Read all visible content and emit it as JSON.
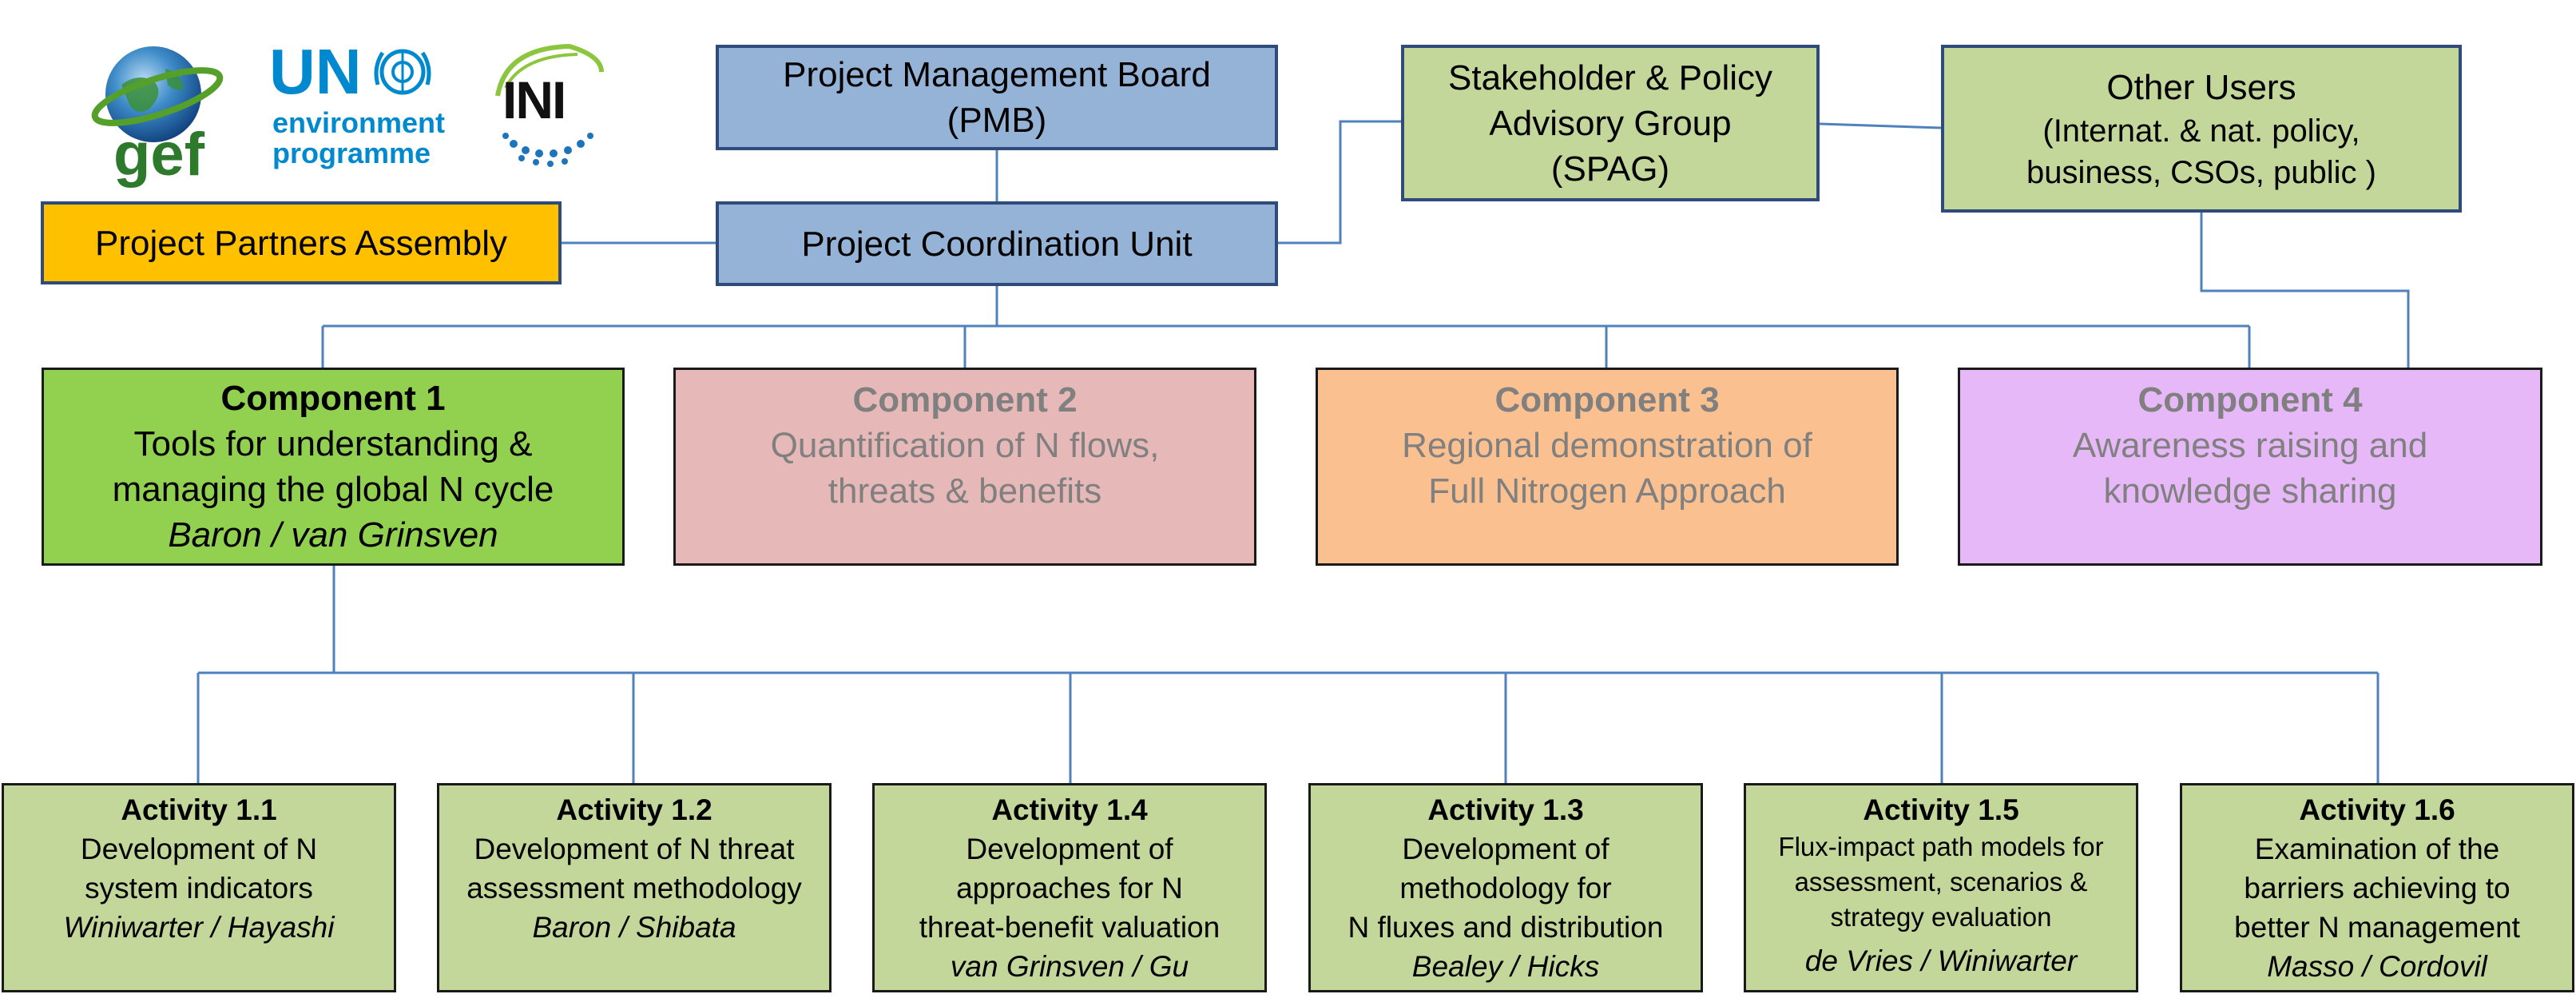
{
  "logos": {
    "gef": "gef",
    "un_line1": "UN",
    "un_line2": "environment",
    "un_line3": "programme",
    "ini": "INI"
  },
  "top": {
    "pmb": [
      "Project Management Board",
      "(PMB)"
    ],
    "ppa": "Project Partners Assembly",
    "pcu": "Project Coordination Unit",
    "spag": [
      "Stakeholder & Policy",
      "Advisory Group",
      "(SPAG)"
    ],
    "other_users": [
      "Other Users",
      "(Internat. & nat. policy,",
      "business, CSOs, public )"
    ]
  },
  "components": [
    {
      "title": "Component 1",
      "lines": [
        "Tools for understanding &",
        "managing the global N cycle"
      ],
      "leads": "Baron / van Grinsven"
    },
    {
      "title": "Component 2",
      "lines": [
        "Quantification of N flows,",
        "threats & benefits"
      ]
    },
    {
      "title": "Component 3",
      "lines": [
        "Regional demonstration  of",
        "Full Nitrogen Approach"
      ]
    },
    {
      "title": "Component 4",
      "lines": [
        "Awareness raising and",
        "knowledge sharing"
      ]
    }
  ],
  "activities": [
    {
      "title": "Activity 1.1",
      "lines": [
        "Development of N",
        "system indicators"
      ],
      "leads": "Winiwarter / Hayashi"
    },
    {
      "title": "Activity 1.2",
      "lines": [
        "Development of N threat",
        "assessment methodology"
      ],
      "leads": "Baron / Shibata"
    },
    {
      "title": "Activity 1.4",
      "lines": [
        "Development of",
        "approaches for N",
        "threat-benefit valuation"
      ],
      "leads": "van Grinsven / Gu"
    },
    {
      "title": "Activity 1.3",
      "lines": [
        "Development of",
        "methodology for",
        "N fluxes and distribution"
      ],
      "leads": "Bealey / Hicks"
    },
    {
      "title": "Activity 1.5",
      "lines": [
        "Flux-impact path models for",
        "assessment, scenarios &",
        "strategy evaluation"
      ],
      "leads": "de Vries / Winiwarter"
    },
    {
      "title": "Activity 1.6",
      "lines": [
        "Examination of the",
        "barriers achieving to",
        "better N management"
      ],
      "leads": "Masso / Cordovil"
    }
  ]
}
